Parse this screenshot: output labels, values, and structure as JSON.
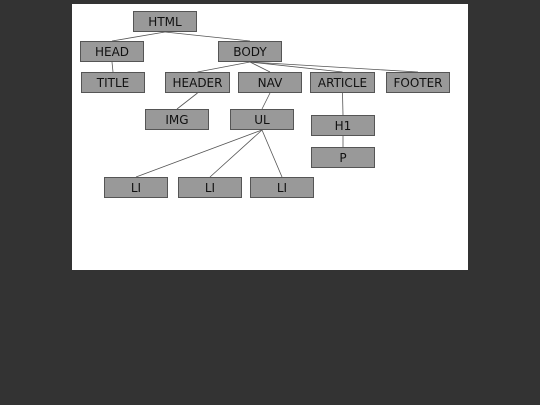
{
  "diagram": {
    "nodes": {
      "html": "HTML",
      "head": "HEAD",
      "body": "BODY",
      "title": "TITLE",
      "header": "HEADER",
      "nav": "NAV",
      "article": "ARTICLE",
      "footer": "FOOTER",
      "img": "IMG",
      "ul": "UL",
      "h1": "H1",
      "p": "P",
      "li1": "LI",
      "li2": "LI",
      "li3": "LI"
    },
    "edges": [
      [
        "html",
        "head"
      ],
      [
        "html",
        "body"
      ],
      [
        "head",
        "title"
      ],
      [
        "body",
        "header"
      ],
      [
        "body",
        "nav"
      ],
      [
        "body",
        "article"
      ],
      [
        "body",
        "footer"
      ],
      [
        "header",
        "img"
      ],
      [
        "nav",
        "ul"
      ],
      [
        "article",
        "h1"
      ],
      [
        "h1",
        "p"
      ],
      [
        "ul",
        "li1"
      ],
      [
        "ul",
        "li2"
      ],
      [
        "ul",
        "li3"
      ]
    ],
    "colors": {
      "background": "#333333",
      "canvas": "#ffffff",
      "node_fill": "#999999",
      "node_border": "#555555",
      "edge": "#555555"
    }
  }
}
